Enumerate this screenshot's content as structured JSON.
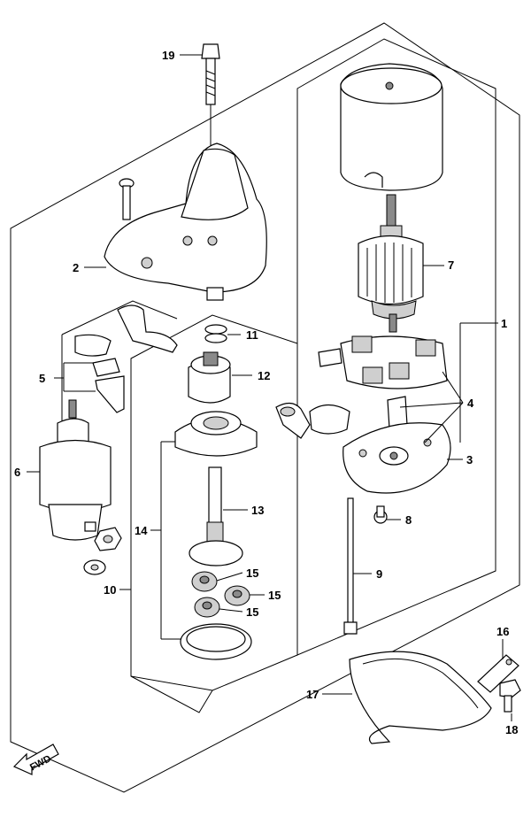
{
  "callouts": {
    "c1": "1",
    "c2": "2",
    "c3": "3",
    "c4": "4",
    "c5": "5",
    "c6": "6",
    "c7": "7",
    "c8": "8",
    "c9": "9",
    "c10": "10",
    "c11": "11",
    "c12": "12",
    "c13": "13",
    "c14": "14",
    "c15a": "15",
    "c15b": "15",
    "c15c": "15",
    "c16": "16",
    "c17": "17",
    "c18": "18",
    "c19": "19"
  },
  "direction_label": "FWD"
}
